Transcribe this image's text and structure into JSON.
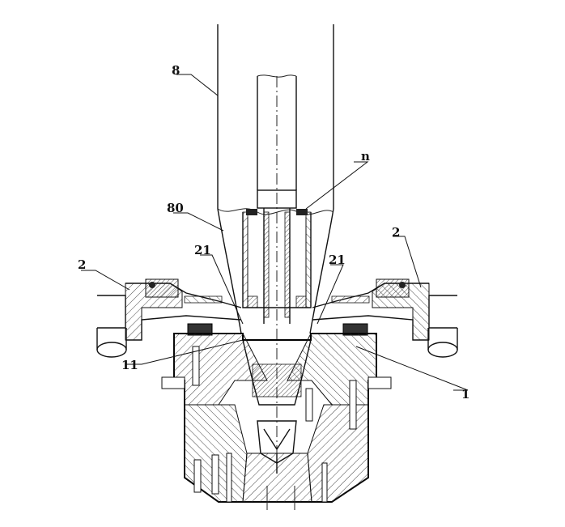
{
  "labels": {
    "l8": "8",
    "ln": "n",
    "l80": "80",
    "l21_left": "21",
    "l21_right": "21",
    "l2_left": "2",
    "l2_right": "2",
    "l11": "11",
    "l1": "1"
  }
}
